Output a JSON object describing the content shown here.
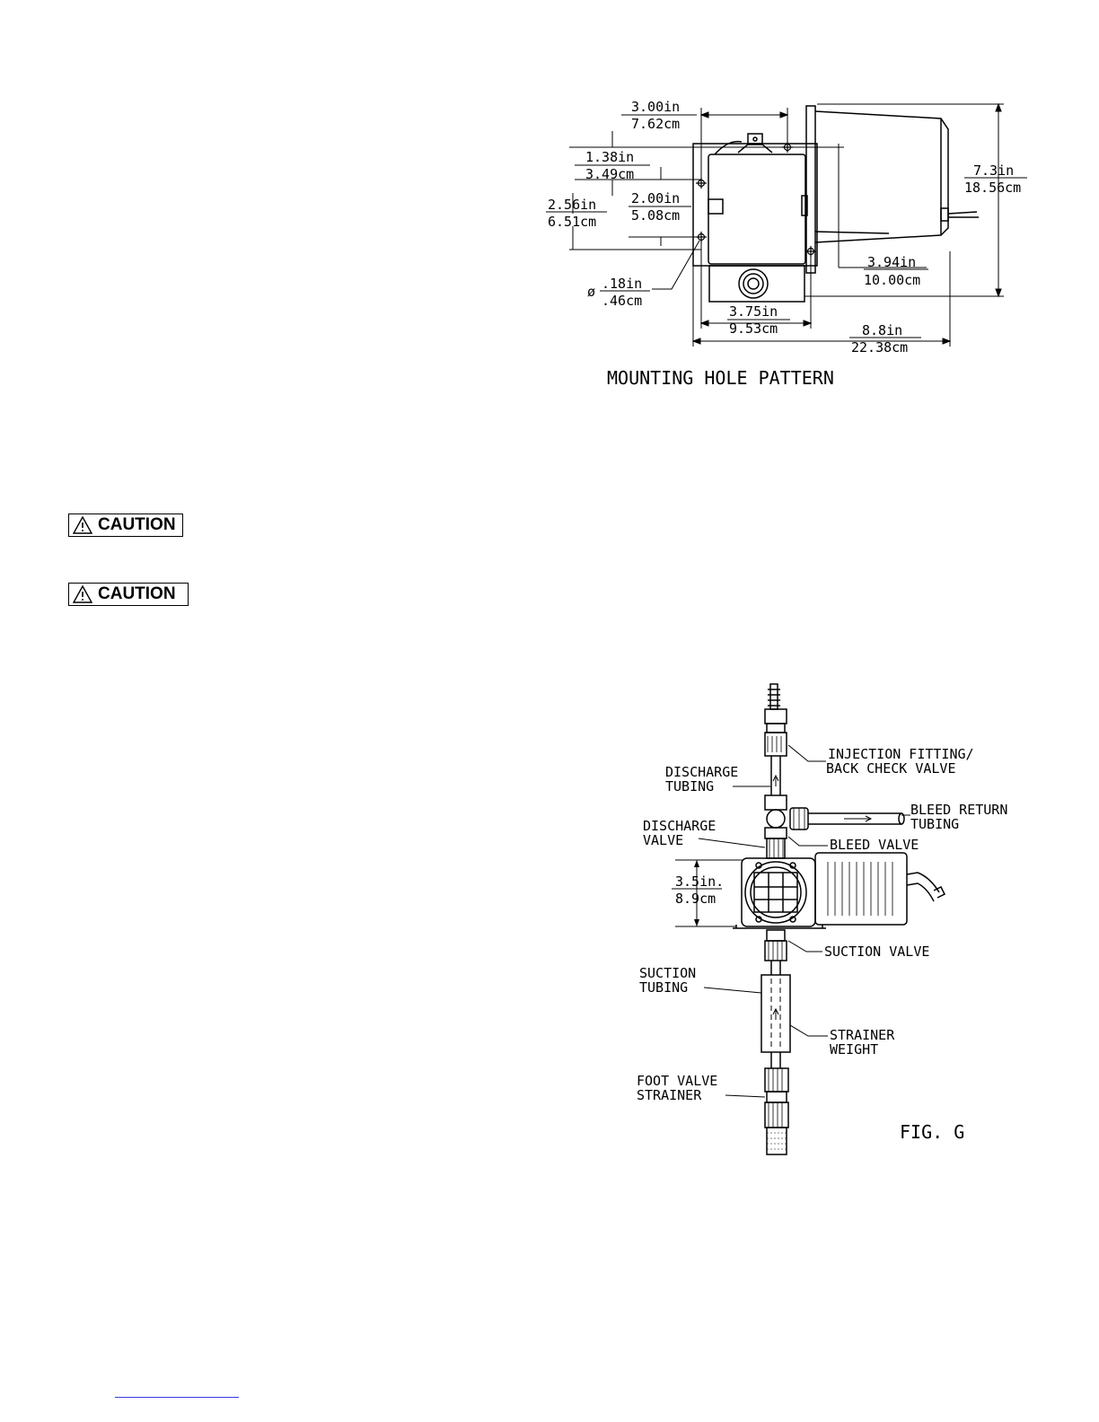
{
  "mounting_figure": {
    "caption": "MOUNTING HOLE PATTERN",
    "dims": {
      "top_in": "3.00in",
      "top_cm": "7.62cm",
      "left1_in": "1.38in",
      "left1_cm": "3.49cm",
      "left2_in": "2.56in",
      "left2_cm": "6.51cm",
      "mid_in": "2.00in",
      "mid_cm": "5.08cm",
      "hole_symbol": "ø",
      "hole_in": ".18in",
      "hole_cm": ".46cm",
      "bottom_in": "3.75in",
      "bottom_cm": "9.53cm",
      "right_in": "3.94in",
      "right_cm": "10.00cm",
      "height_in": "7.3in",
      "height_cm": "18.56cm",
      "length_in": "8.8in",
      "length_cm": "22.38cm"
    }
  },
  "cautions": [
    {
      "label": "CAUTION",
      "icon": "warning-triangle-icon"
    },
    {
      "label": "CAUTION",
      "icon": "warning-triangle-icon"
    }
  ],
  "install_figure": {
    "fig_label": "FIG. G",
    "labels": {
      "injection_1": "INJECTION FITTING/",
      "injection_2": "BACK CHECK VALVE",
      "discharge_tubing_1": "DISCHARGE",
      "discharge_tubing_2": "TUBING",
      "bleed_return_1": "BLEED RETURN",
      "bleed_return_2": "TUBING",
      "discharge_valve_1": "DISCHARGE",
      "discharge_valve_2": "VALVE",
      "bleed_valve": "BLEED VALVE",
      "dim_in": "3.5in.",
      "dim_cm": "8.9cm",
      "suction_valve": "SUCTION VALVE",
      "suction_tubing_1": "SUCTION",
      "suction_tubing_2": "TUBING",
      "strainer_weight_1": "STRAINER",
      "strainer_weight_2": "WEIGHT",
      "foot_valve_1": "FOOT VALVE",
      "foot_valve_2": "STRAINER"
    }
  }
}
